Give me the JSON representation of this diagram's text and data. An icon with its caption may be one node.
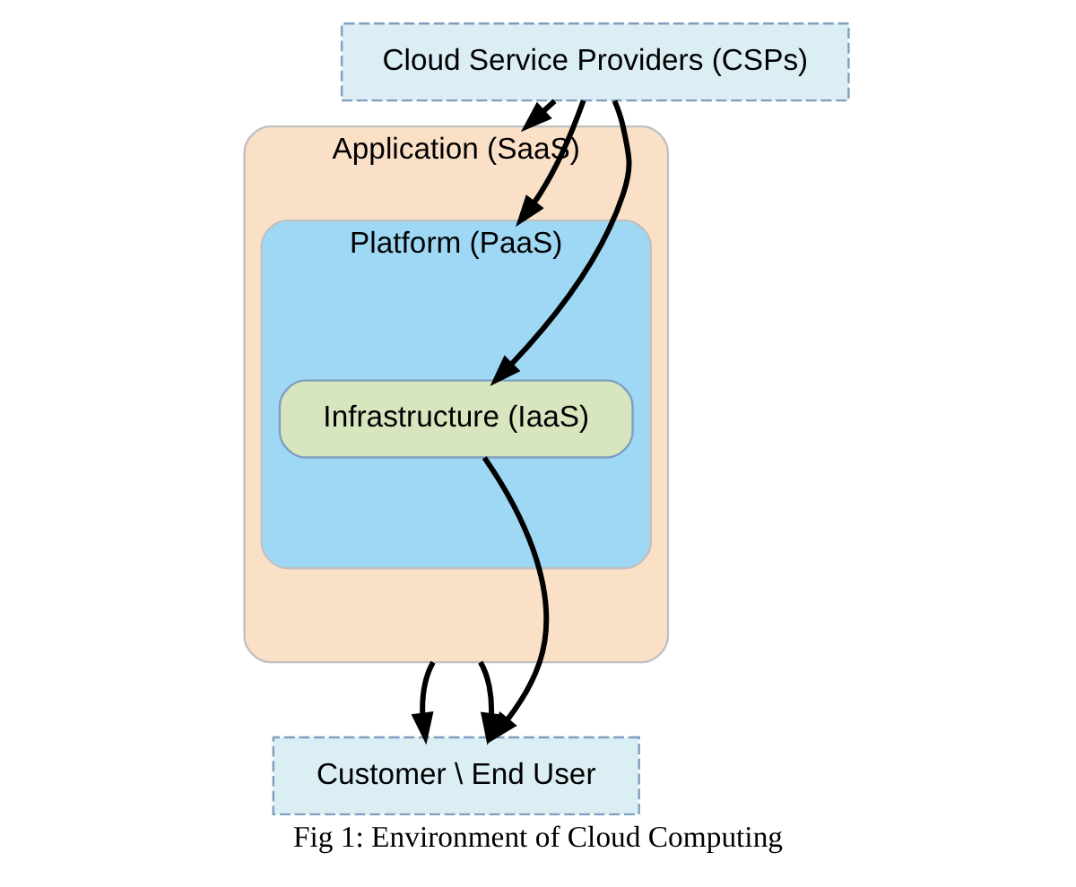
{
  "diagram": {
    "caption": "Fig 1: Environment of Cloud Computing",
    "nodes": [
      {
        "text": [
          "Cloud Service Providers (CSPs)"
        ]
      },
      {
        "text": [
          "Application (SaaS)"
        ]
      },
      {
        "text": [
          "Platform (PaaS)"
        ],
        "in": 1
      },
      {
        "text": [
          "Infrastructure (IaaS)"
        ],
        "in": 2
      },
      {
        "text": [
          "Customer \\ End User"
        ]
      }
    ],
    "edges": [
      {
        "from": 0,
        "to": 3,
        "arrow": "to"
      },
      {
        "from": 0,
        "to": 1,
        "arrow": "to"
      },
      {
        "from": 0,
        "to": 2,
        "arrow": "to"
      },
      {
        "from": 1,
        "to": 4,
        "arrow": "to"
      },
      {
        "from": 1,
        "to": 4,
        "arrow": "to"
      },
      {
        "from": 3,
        "to": 4,
        "arrow": "to"
      }
    ]
  }
}
